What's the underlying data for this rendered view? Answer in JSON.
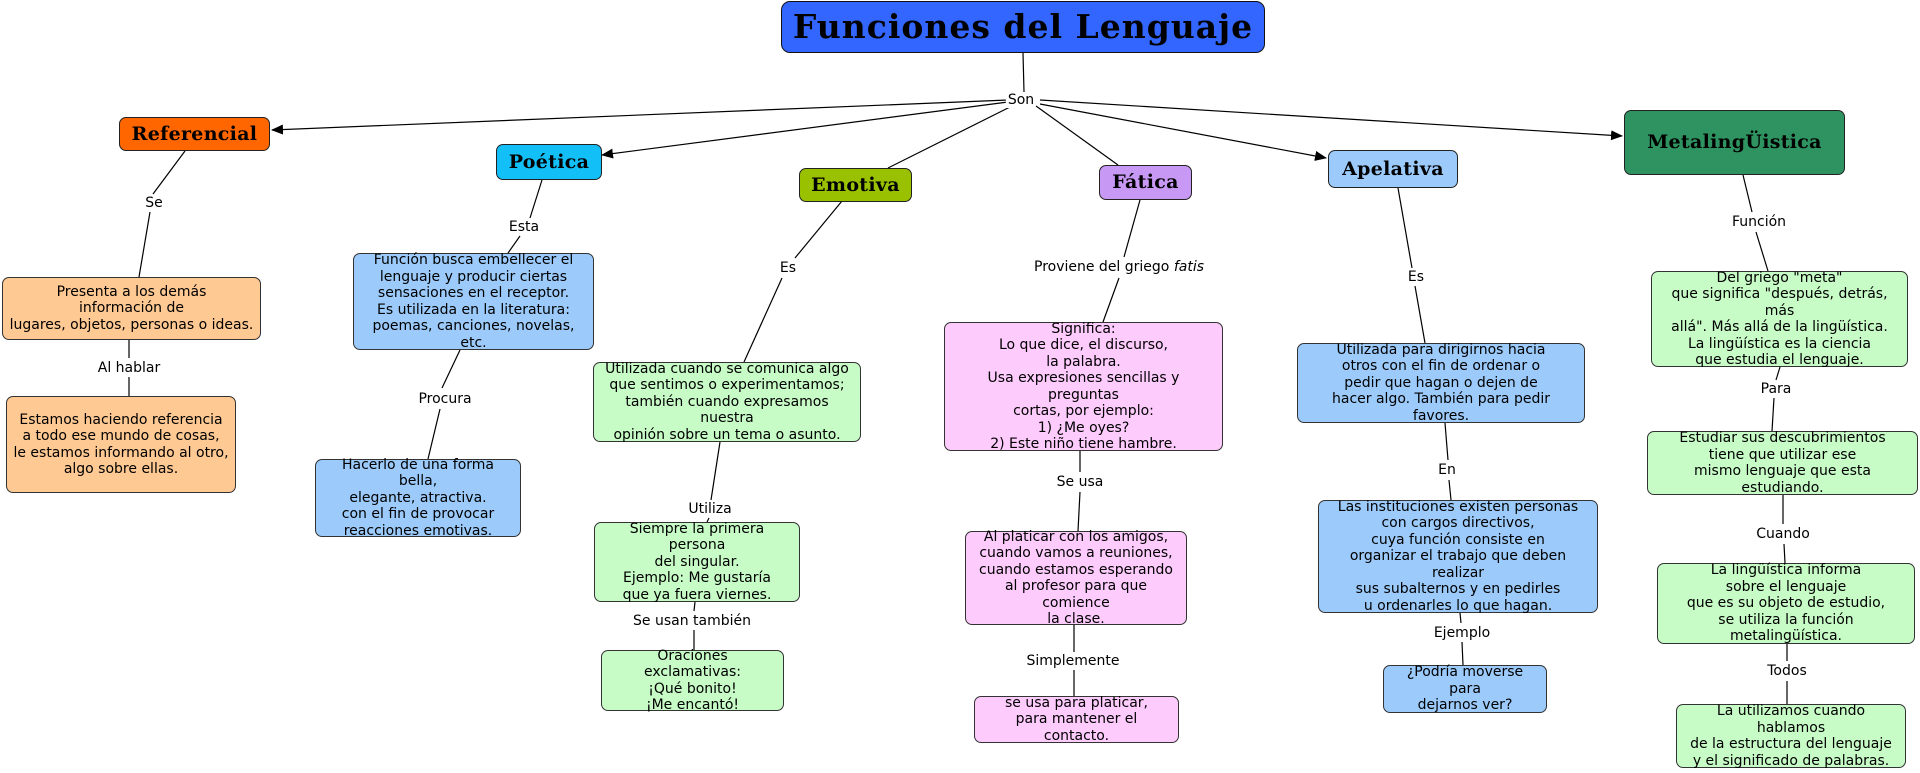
{
  "title": "Funciones del Lenguaje",
  "root_link": "Son",
  "colors": {
    "title": "#3366ff",
    "referencial": "#ff6600",
    "poetica": "#13bff7",
    "emotiva": "#99c100",
    "fatica": "#c898f5",
    "apelativa": "#9ccbfb",
    "metalinguistica": "#2e9360",
    "peach": "#ffc993",
    "blue": "#9ccbfb",
    "green": "#c8fcc7",
    "pink": "#fecbfd"
  },
  "referencial": {
    "title": "Referencial",
    "link1": "Se",
    "box1": "Presenta a los demás\ninformación de\nlugares, objetos, personas o ideas.",
    "link2": "Al hablar",
    "box2": "Estamos haciendo referencia\na todo ese mundo de cosas,\nle estamos informando al otro,\nalgo sobre ellas."
  },
  "poetica": {
    "title": "Poética",
    "link1": "Esta",
    "box1": "Función busca embellecer el\nlenguaje y producir ciertas\nsensaciones en el receptor.\nEs utilizada en la literatura:\npoemas, canciones, novelas, etc.",
    "link2": "Procura",
    "box2": "Hacerlo de una forma bella,\nelegante, atractiva.\ncon el fin de provocar\nreacciones emotivas."
  },
  "emotiva": {
    "title": "Emotiva",
    "link1": "Es",
    "box1": "Utilizada cuando se comunica algo\nque sentimos o experimentamos;\ntambién cuando expresamos nuestra\nopinión sobre un tema o asunto.",
    "link2": "Utiliza",
    "box2": "Siempre la primera persona\ndel singular.\nEjemplo: Me gustaría\nque ya fuera viernes.",
    "link3": "Se usan también",
    "box3": "Oraciones exclamativas:\n¡Qué bonito!\n¡Me encantó!"
  },
  "fatica": {
    "title": "Fática",
    "link1_text": "Proviene del griego",
    "link1_italic": "fatis",
    "box1": "Significa:\nLo que dice, el discurso,\nla palabra.\nUsa expresiones sencillas y preguntas\ncortas, por ejemplo:\n1) ¿Me oyes?\n2) Este niño tiene hambre.",
    "link2": "Se usa",
    "box2": "Al platicar con los amigos,\ncuando vamos a reuniones,\ncuando estamos esperando\nal profesor para que comience\nla clase.",
    "link3": "Simplemente",
    "box3": "se usa para platicar,\npara mantener el contacto."
  },
  "apelativa": {
    "title": "Apelativa",
    "link1": "Es",
    "box1": "Utilizada para dirigirnos hacia\notros con el fin de ordenar o\npedir que hagan o dejen de\nhacer algo. También para pedir favores.",
    "link2": "En",
    "box2": "Las instituciones existen personas\ncon cargos directivos,\ncuya función consiste en\norganizar el trabajo que deben realizar\nsus subalternos y en pedirles\nu ordenarles lo que hagan.",
    "link3": "Ejemplo",
    "box3": "¿Podría moverse para\ndejarnos ver?"
  },
  "metalinguistica": {
    "title": "MetalingÜistica",
    "link1": "Función",
    "box1": "Del griego \"meta\"\nque significa \"después, detrás, más\nallá\". Más allá de la lingüística.\nLa lingüística es la ciencia\nque estudia el lenguaje.",
    "link2": "Para",
    "box2": "Estudiar sus descubrimientos\ntiene que utilizar ese\nmismo lenguaje que esta estudiando.",
    "link3": "Cuando",
    "box3": "La lingüística informa\nsobre el lenguaje\nque es su objeto de estudio,\nse utiliza la función metalingüística.",
    "link4": "Todos",
    "box4": "La utilizamos cuando hablamos\nde la estructura del lenguaje\ny el significado de palabras."
  }
}
